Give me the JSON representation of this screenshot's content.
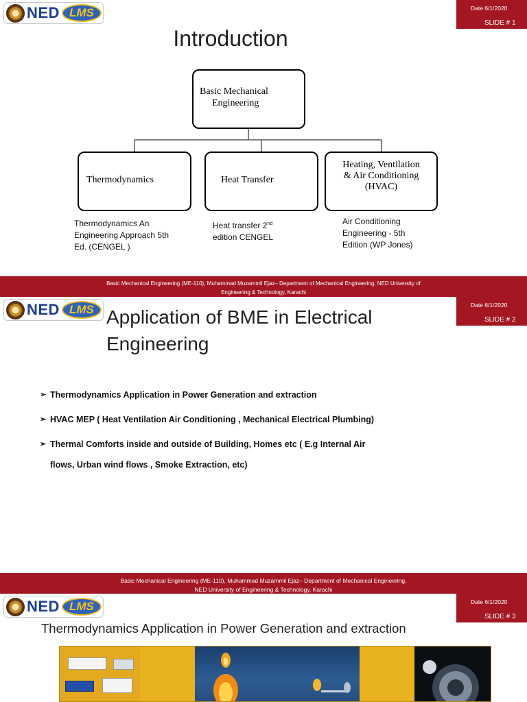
{
  "slides": [
    {
      "date": "Date 6/1/2020",
      "slide_no": "SLIDE #  1",
      "title": "Introduction",
      "diagram": {
        "root": [
          "Basic Mechanical",
          "Engineering"
        ],
        "children": [
          {
            "label": "Thermodynamics"
          },
          {
            "label": "Heat Transfer"
          },
          {
            "label": [
              "Heating,  Ventilation",
              "& Air  Conditioning",
              "(HVAC)"
            ]
          }
        ]
      },
      "references": {
        "thermo": [
          "Thermodynamics An",
          "Engineering Approach 5th",
          "Ed. (CENGEL )"
        ],
        "heat_pre": "Heat transfer 2",
        "heat_sup": "nd",
        "heat_post": "edition CENGEL",
        "hvac": [
          "Air Conditioning",
          "Engineering - 5th",
          "Edition (WP Jones)"
        ]
      },
      "footer": [
        "Basic Mechanical Engineering (ME-110), Muhammad Muzammil Ejaz– Department of Mechanical Engineering, NED University of",
        "Engineering & Technology, Karachi"
      ]
    },
    {
      "date": "Date 6/1/2020",
      "slide_no": "SLIDE # 2",
      "title": [
        "Application of BME in Electrical",
        "Engineering"
      ],
      "bullets": [
        "Thermodynamics Application in Power Generation and extraction",
        "HVAC MEP ( Heat Ventilation Air Conditioning , Mechanical Electrical Plumbing)",
        "Thermal Comforts  inside and outside of Building, Homes etc ( E.g Internal Air"
      ],
      "bullet_continuation": "flows, Urban wind flows , Smoke Extraction, etc)",
      "footer": [
        "Basic Mechanical Engineering (ME-110), Muhammad Muzammil Ejaz– Department of Mechanical Engineering,",
        "NED University of Engineering & Technology, Karachi"
      ]
    },
    {
      "date": "Date 6/1/2020",
      "slide_no": "SLIDE # 3",
      "title": "Thermodynamics Application in Power Generation and extraction"
    }
  ],
  "logo": {
    "text": "NED",
    "badge": "LMS"
  },
  "colors": {
    "accent": "#a41622",
    "logo_blue": "#1b3f95",
    "badge_yellow": "#f4c21d"
  },
  "arrow_glyph": "➢"
}
